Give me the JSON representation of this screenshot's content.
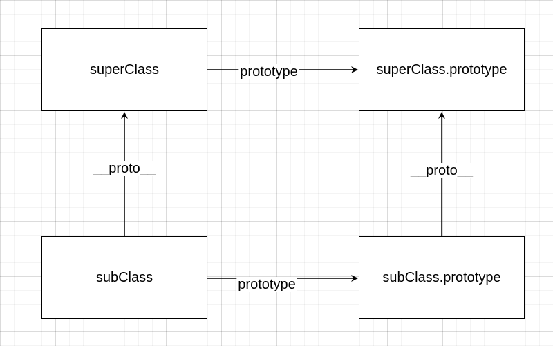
{
  "nodes": {
    "super_class": "superClass",
    "super_class_prototype": "superClass.prototype",
    "sub_class": "subClass",
    "sub_class_prototype": "subClass.prototype"
  },
  "edges": {
    "super_to_prototype": "prototype",
    "sub_to_prototype": "prototype",
    "sub_to_super": "__proto__",
    "sub_proto_to_super_proto": "__proto__"
  }
}
